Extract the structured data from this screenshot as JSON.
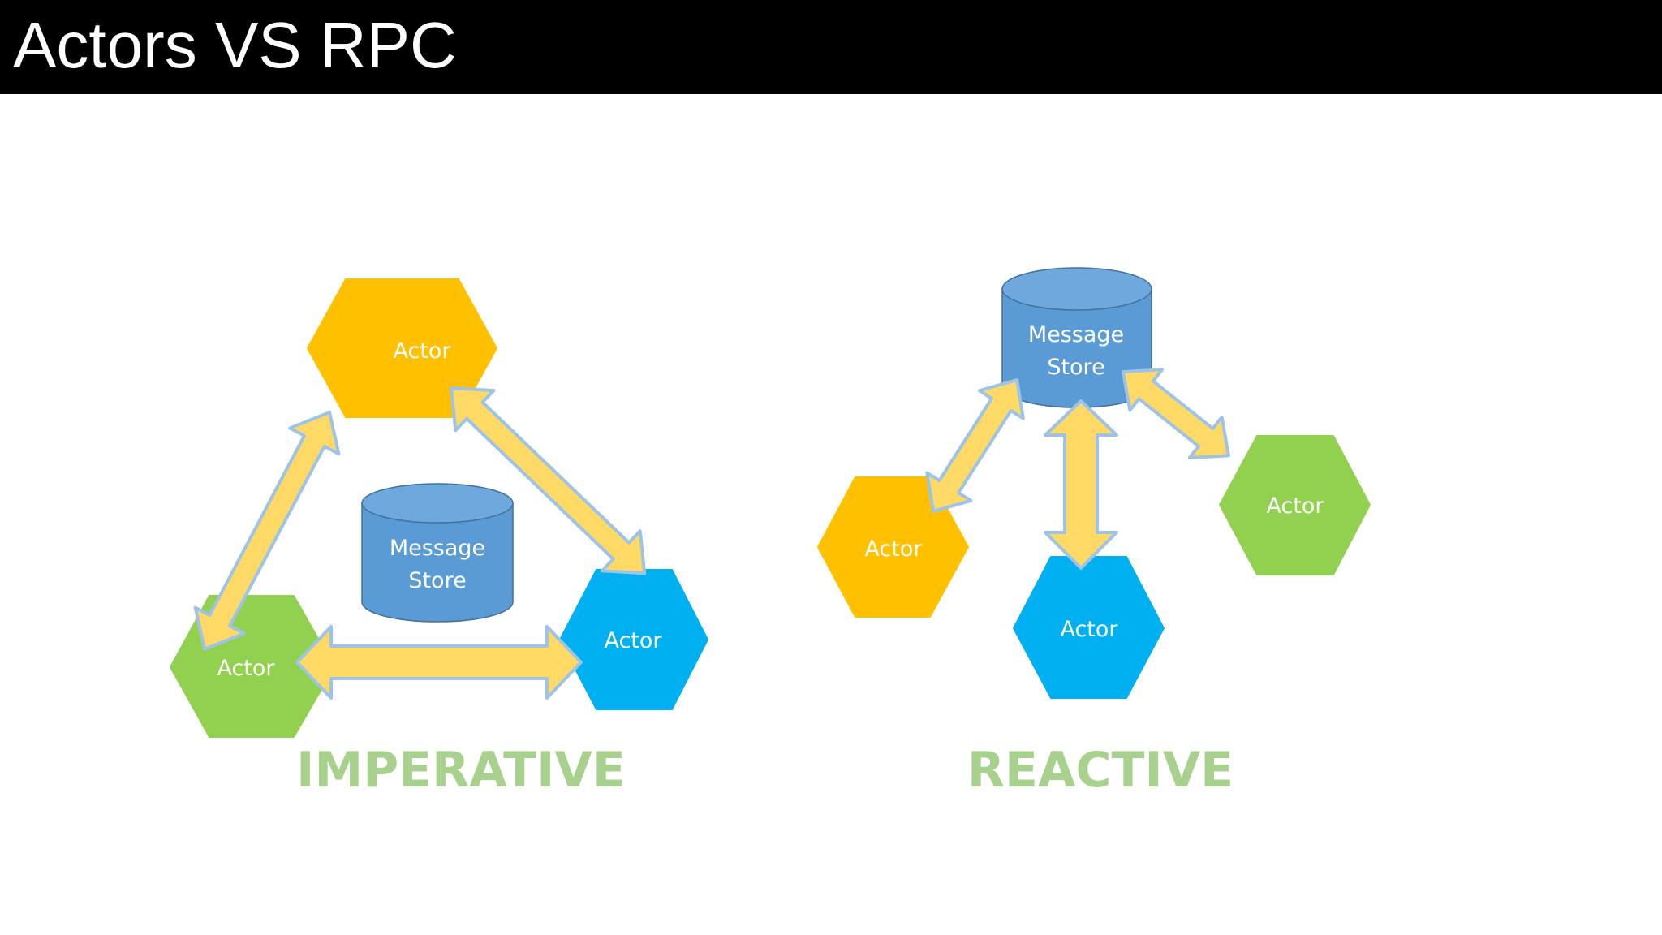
{
  "slide": {
    "title": "Actors VS RPC"
  },
  "colors": {
    "title_bar": "#000000",
    "actor_yellow": "#FFC000",
    "actor_green": "#92D050",
    "actor_blue": "#00B0F0",
    "store_blue": "#5B9BD5",
    "arrow_fill": "#FFD966",
    "arrow_stroke": "#9DC3E6",
    "section_label": "#A9D18E"
  },
  "imperative": {
    "label": "IMPERATIVE",
    "store": {
      "line1": "Message",
      "line2": "Store"
    },
    "actors": [
      {
        "label": "Actor",
        "color": "actor_yellow"
      },
      {
        "label": "Actor",
        "color": "actor_green"
      },
      {
        "label": "Actor",
        "color": "actor_blue"
      }
    ]
  },
  "reactive": {
    "label": "REACTIVE",
    "store": {
      "line1": "Message",
      "line2": "Store"
    },
    "actors": [
      {
        "label": "Actor",
        "color": "actor_yellow"
      },
      {
        "label": "Actor",
        "color": "actor_blue"
      },
      {
        "label": "Actor",
        "color": "actor_green"
      }
    ]
  }
}
